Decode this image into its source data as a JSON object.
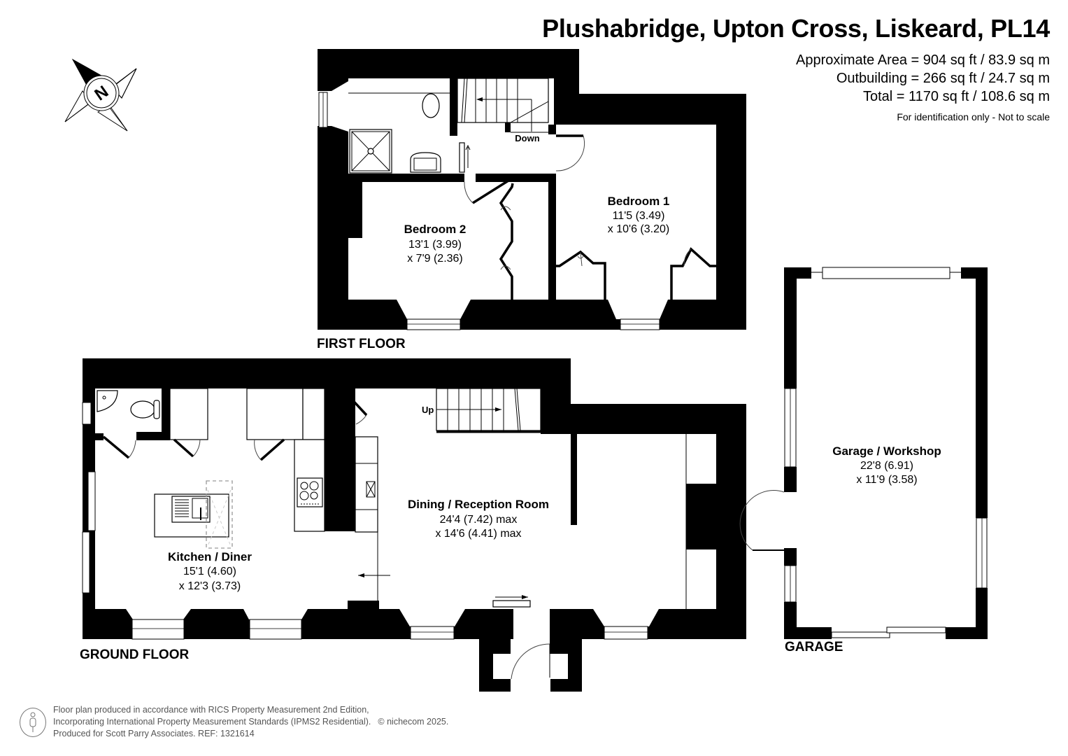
{
  "header": {
    "title": "Plushabridge, Upton Cross, Liskeard, PL14",
    "areas": [
      "Approximate Area = 904 sq ft / 83.9 sq m",
      "Outbuilding = 266 sq ft / 24.7 sq m",
      "Total = 1170 sq ft / 108.6 sq m"
    ],
    "note": "For identification only - Not to scale"
  },
  "compass": {
    "icon": "compass-north-icon",
    "label": "N"
  },
  "floors": {
    "first": {
      "label": "FIRST FLOOR",
      "stairs_label": "Down",
      "rooms": [
        {
          "name": "Bedroom 1",
          "dim1": "11'5 (3.49)",
          "dim2": "x 10'6 (3.20)"
        },
        {
          "name": "Bedroom 2",
          "dim1": "13'1 (3.99)",
          "dim2": "x 7'9 (2.36)"
        }
      ]
    },
    "ground": {
      "label": "GROUND FLOOR",
      "stairs_label": "Up",
      "rooms": [
        {
          "name": "Kitchen / Diner",
          "dim1": "15'1 (4.60)",
          "dim2": "x 12'3 (3.73)"
        },
        {
          "name": "Dining / Reception Room",
          "dim1": "24'4 (7.42) max",
          "dim2": "x 14'6 (4.41) max"
        }
      ]
    },
    "garage": {
      "label": "GARAGE",
      "rooms": [
        {
          "name": "Garage / Workshop",
          "dim1": "22'8 (6.91)",
          "dim2": "x 11'9 (3.58)"
        }
      ]
    }
  },
  "footer": {
    "icon": "person-icon",
    "lines": [
      "Floor plan produced in accordance with RICS Property Measurement 2nd Edition,",
      "Incorporating International Property Measurement Standards (IPMS2 Residential).",
      "Produced for Scott Parry Associates.   REF: 1321614"
    ],
    "copyright": "© nichecom 2025."
  }
}
